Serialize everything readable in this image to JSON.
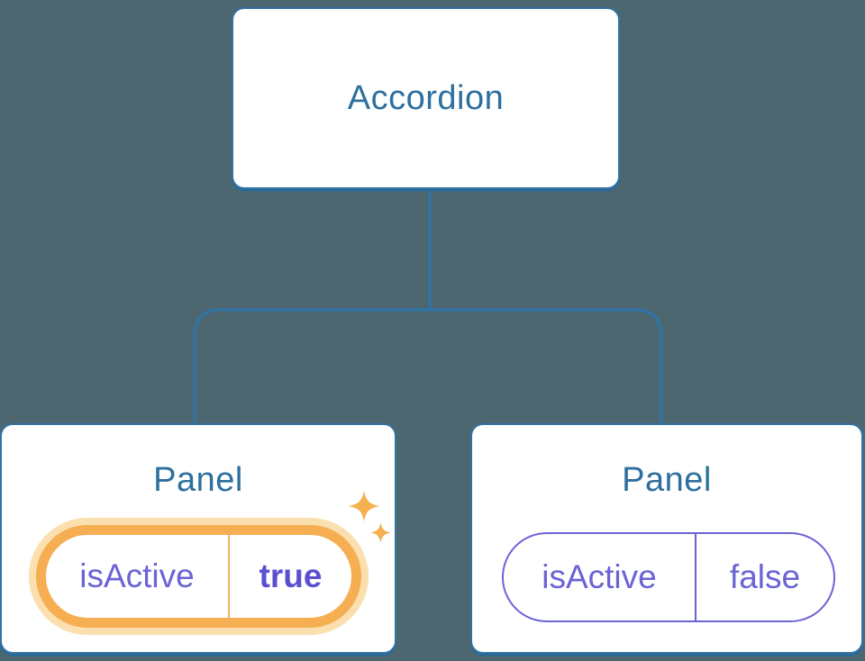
{
  "diagram": {
    "root": {
      "label": "Accordion"
    },
    "panels": [
      {
        "title": "Panel",
        "prop": {
          "name": "isActive",
          "value": "true"
        },
        "highlighted": true
      },
      {
        "title": "Panel",
        "prop": {
          "name": "isActive",
          "value": "false"
        },
        "highlighted": false
      }
    ]
  },
  "icons": {
    "sparkle_large": "sparkle-icon",
    "sparkle_small": "sparkle-icon"
  },
  "colors": {
    "background": "#4d6771",
    "node_fill": "#ffffff",
    "node_border": "#3173a3",
    "node_text": "#2d6f9e",
    "connector_line": "#3173a3",
    "state_text": "#6c63d6",
    "state_pill_border_inactive": "#6c63d6",
    "state_value_active_text": "#5a50cf",
    "highlight_ring": "#f5ae52",
    "highlight_halo": "#fbdfae",
    "highlight_divider": "#f3b45f",
    "sparkle": "#f5b04f"
  }
}
